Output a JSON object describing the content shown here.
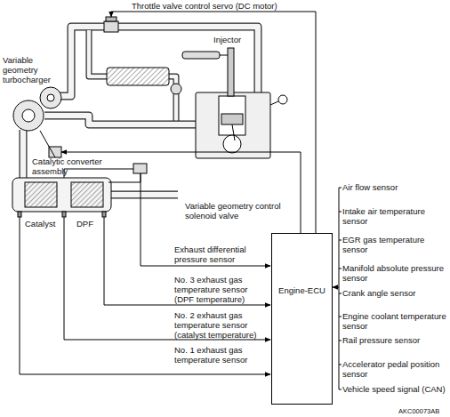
{
  "diagram": {
    "nodes": [
      {
        "text": [
          "Engine-ECU"
        ]
      }
    ],
    "labels": [
      "Throttle valve control servo (DC motor)",
      "Injector",
      "Variable geometry turbocharger",
      "Catalytic converter assembly",
      "Catalyst",
      "DPF",
      "Variable geometry control solenoid valve",
      "Exhaust differential pressure sensor",
      "No. 3 exhaust gas temperature sensor (DPF temperature)",
      "No. 2 exhaust gas temperature sensor (catalyst temperature)",
      "No. 1 exhaust gas temperature sensor",
      "Air flow sensor",
      "Intake air temperature sensor",
      "EGR gas temperature sensor",
      "Manifold absolute pressure sensor",
      "Crank angle sensor",
      "Engine coolant temperature sensor",
      "Rail pressure sensor",
      "Accelerator pedal position sensor",
      "Vehicle speed signal (CAN)",
      "AKC00073AB"
    ]
  }
}
